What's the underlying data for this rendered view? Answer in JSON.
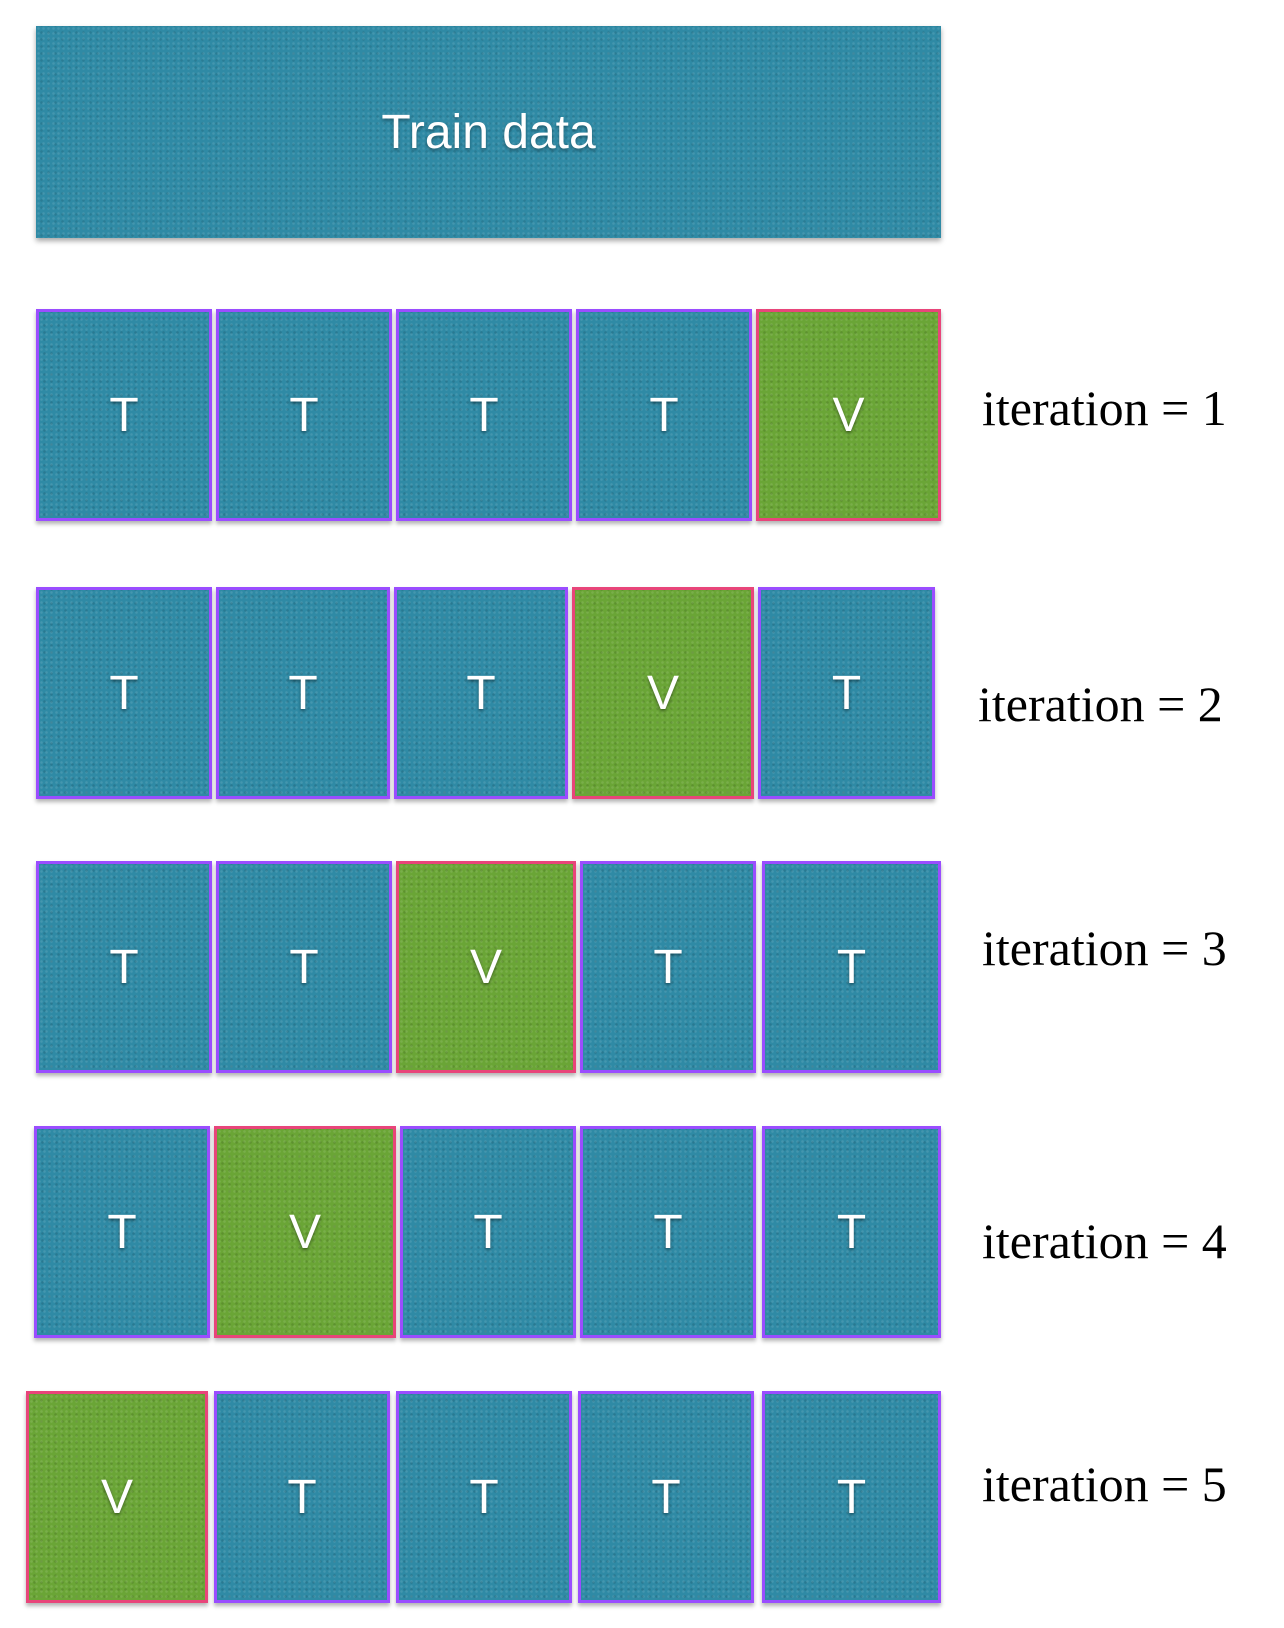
{
  "train_bar": {
    "label": "Train data"
  },
  "colors": {
    "train_fill": "#2f8aa5",
    "train_border": "#9a4dff",
    "validation_fill": "#6aa536",
    "validation_border": "#e8457a",
    "text": "#ffffff"
  },
  "iterations": [
    {
      "label": "iteration = 1",
      "folds": [
        "T",
        "T",
        "T",
        "T",
        "V"
      ]
    },
    {
      "label": "iteration = 2",
      "folds": [
        "T",
        "T",
        "T",
        "V",
        "T"
      ]
    },
    {
      "label": "iteration = 3",
      "folds": [
        "T",
        "T",
        "V",
        "T",
        "T"
      ]
    },
    {
      "label": "iteration = 4",
      "folds": [
        "T",
        "V",
        "T",
        "T",
        "T"
      ]
    },
    {
      "label": "iteration = 5",
      "folds": [
        "V",
        "T",
        "T",
        "T",
        "T"
      ]
    }
  ]
}
